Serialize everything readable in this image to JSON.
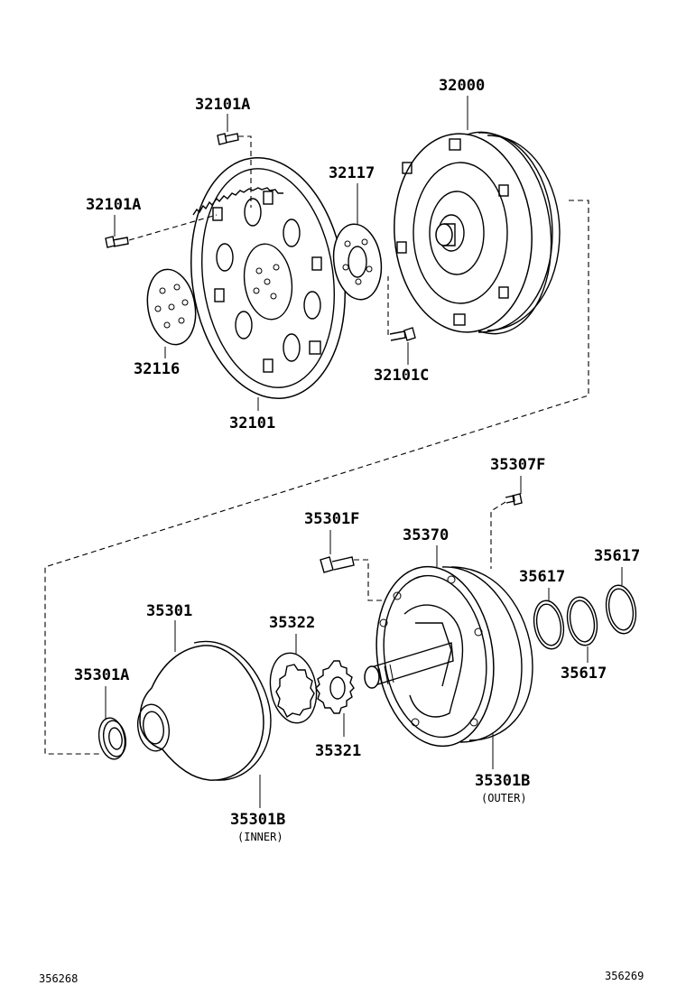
{
  "labels": {
    "p32000": "32000",
    "p32101A_top": "32101A",
    "p32101A_left": "32101A",
    "p32117": "32117",
    "p32116": "32116",
    "p32101": "32101",
    "p32101C": "32101C",
    "p35307F": "35307F",
    "p35301F": "35301F",
    "p35370": "35370",
    "p35617_a": "35617",
    "p35617_b": "35617",
    "p35617_c": "35617",
    "p35301": "35301",
    "p35322": "35322",
    "p35301A": "35301A",
    "p35321": "35321",
    "p35301B_outer": "35301B",
    "p35301B_inner": "35301B"
  },
  "sublabels": {
    "outer": "(OUTER)",
    "inner": "(INNER)"
  },
  "footer": {
    "left_code": "356268",
    "right_code": "356269"
  }
}
